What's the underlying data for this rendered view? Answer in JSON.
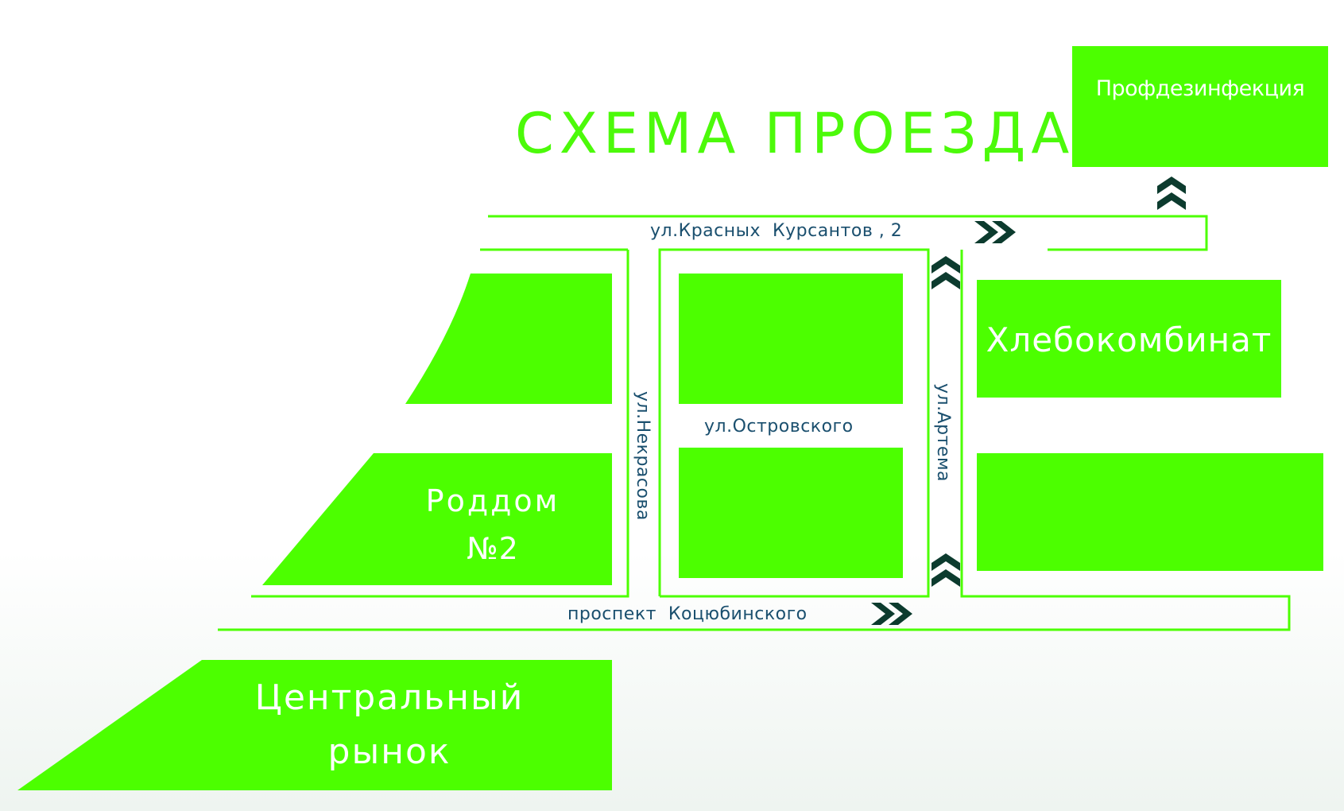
{
  "title": "СХЕМА ПРОЕЗДА",
  "colors": {
    "block": "#4cff00",
    "road_outline": "#4cff00",
    "street_text": "#1a4f6e",
    "arrow": "#0c3b2e",
    "label": "#ffffff"
  },
  "blocks": {
    "profdez": "Профдезинфекция",
    "khlebokombinat": "Хлебокомбинат",
    "roddom_line1": "Роддом",
    "roddom_line2": "№2",
    "market_line1": "Центральный",
    "market_line2": "рынок"
  },
  "streets": {
    "krasnykh_kursantov": "ул.Красных  Курсантов , 2",
    "ostrovskogo": "ул.Островского",
    "nekrasova": "ул.Некрасова",
    "artema": "ул.Артема",
    "kotsyubinskogo": "проспект  Коцюбинского"
  },
  "icons": [
    "arrow-right-icon",
    "arrow-up-icon"
  ]
}
